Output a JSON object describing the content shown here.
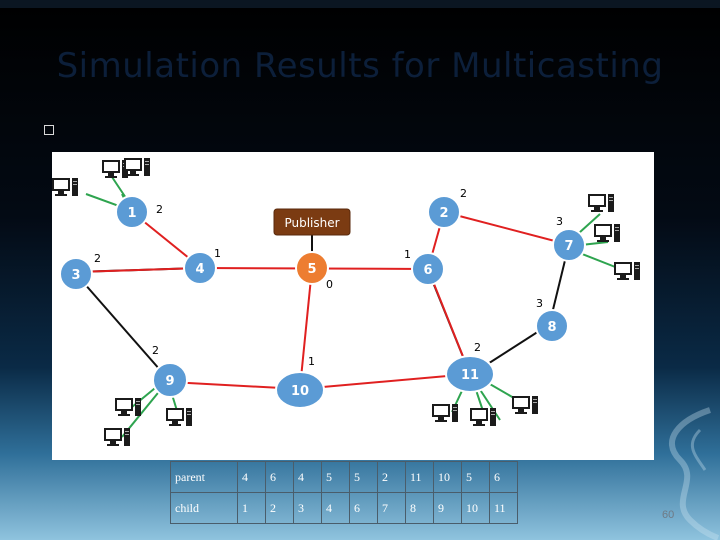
{
  "slide": {
    "title": "Simulation Results for Multicasting",
    "bullet_text": "",
    "page_number": "60"
  },
  "diagram": {
    "publisher_label": "Publisher",
    "nodes": [
      {
        "id": "1",
        "label": "1",
        "color": "#5b9bd5"
      },
      {
        "id": "2",
        "label": "2",
        "color": "#5b9bd5"
      },
      {
        "id": "3",
        "label": "3",
        "color": "#5b9bd5"
      },
      {
        "id": "4",
        "label": "4",
        "color": "#5b9bd5"
      },
      {
        "id": "5",
        "label": "5",
        "color": "#ed7d31"
      },
      {
        "id": "6",
        "label": "6",
        "color": "#5b9bd5"
      },
      {
        "id": "7",
        "label": "7",
        "color": "#5b9bd5"
      },
      {
        "id": "8",
        "label": "8",
        "color": "#5b9bd5"
      },
      {
        "id": "9",
        "label": "9",
        "color": "#5b9bd5"
      },
      {
        "id": "10",
        "label": "10",
        "color": "#5b9bd5"
      },
      {
        "id": "11",
        "label": "11",
        "color": "#5b9bd5"
      }
    ],
    "edge_colors": {
      "tree": "#e02020",
      "other": "#111111",
      "client": "#2ea44f"
    },
    "edge_labels": {
      "node1": "2",
      "node2": "2",
      "node3": "2",
      "node4": "1",
      "node5": "0",
      "node6": "1",
      "node7": "3",
      "node8": "3",
      "node9": "2",
      "node10": "1",
      "node11": "2"
    },
    "icons": [
      "computer-icon"
    ]
  },
  "tree_table": {
    "row_labels": [
      "parent",
      "child"
    ],
    "parent": [
      "4",
      "6",
      "4",
      "5",
      "5",
      "2",
      "11",
      "10",
      "5",
      "6"
    ],
    "child": [
      "1",
      "2",
      "3",
      "4",
      "6",
      "7",
      "8",
      "9",
      "10",
      "11"
    ]
  }
}
